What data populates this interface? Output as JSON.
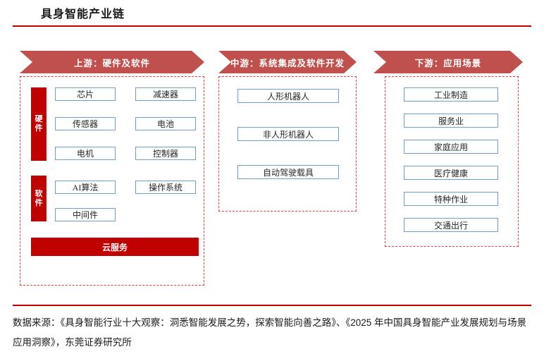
{
  "title": "具身智能产业链",
  "columns": {
    "upstream": {
      "header": "上游：硬件及软件",
      "groups": [
        {
          "label": "硬件",
          "rows": [
            [
              "芯片",
              "减速器"
            ],
            [
              "传感器",
              "电池"
            ],
            [
              "电机",
              "控制器"
            ]
          ]
        },
        {
          "label": "软件",
          "rows": [
            [
              "AI算法",
              "操作系统"
            ],
            [
              "中间件",
              ""
            ]
          ]
        }
      ],
      "cloud_bar": "云服务"
    },
    "midstream": {
      "header": "中游：系统集成及软件开发",
      "items": [
        "人形机器人",
        "非人形机器人",
        "自动驾驶载具"
      ]
    },
    "downstream": {
      "header": "下游：应用场景",
      "items": [
        "工业制造",
        "服务业",
        "家庭应用",
        "医疗健康",
        "特种作业",
        "交通出行"
      ]
    }
  },
  "footer": {
    "source": "数据来源：《具身智能行业十大观察：洞悉智能发展之势，探索智能向善之路》、《2025 年中国具身智能产业发展规划与场景应用洞察》，东莞证券研究所"
  },
  "colors": {
    "chevron_red": "#c0504d",
    "accent_red": "#c00000",
    "dashed_red": "#e8403a",
    "box_border_blue": "#6a9fd0"
  }
}
